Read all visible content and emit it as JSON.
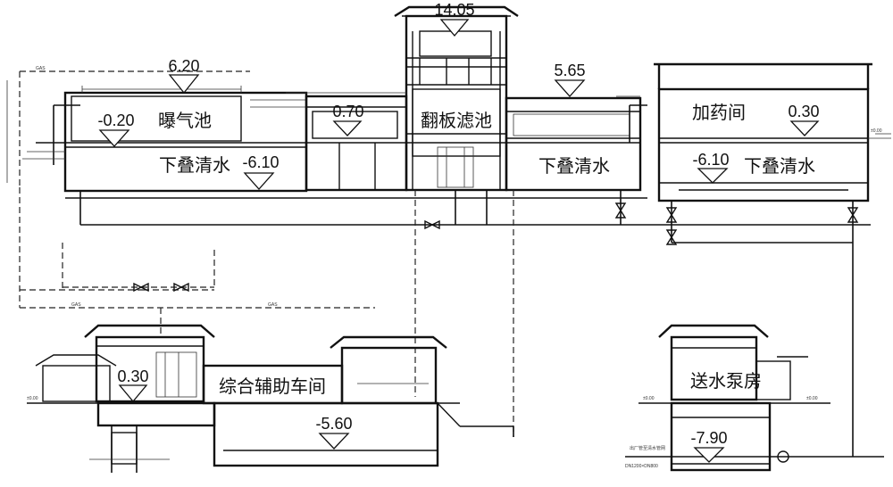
{
  "buildings": {
    "aeration_tank": "曝气池",
    "flap_filter": "翻板滤池",
    "dosing_room": "加药间",
    "clear_water_left": "下叠清水",
    "clear_water_mid": "下叠清水",
    "clear_water_right": "下叠清水",
    "aux_workshop": "综合辅助车间",
    "pump_house": "送水泵房"
  },
  "levels": {
    "filter_top": "14.05",
    "aeration_top": "6.20",
    "mid_top": "5.65",
    "aeration_water": "-0.20",
    "mid_basin": "0.70",
    "dosing_floor": "0.30",
    "clear_water_left": "-6.10",
    "clear_water_right": "-6.10",
    "aux_floor": "0.30",
    "aux_basement": "-5.60",
    "pump_basement": "-7.90"
  },
  "tiny_labels": {
    "gas": "GAS",
    "ground": "±0.00",
    "pipe_note": "DN1200×DN800",
    "pipe_note2": "出厂管至清水管网"
  },
  "colors": {
    "line": "#111111",
    "background": "#ffffff"
  }
}
